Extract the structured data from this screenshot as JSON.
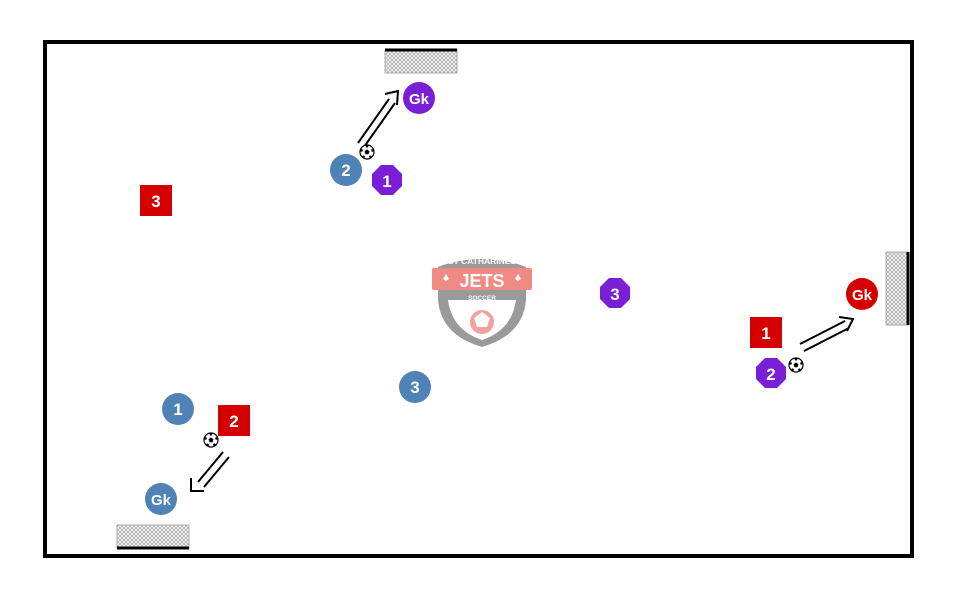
{
  "colors": {
    "blue_team": "#4f83b5",
    "purple_team": "#7a1fd6",
    "red_team": "#d40000",
    "field_border": "#000000",
    "logo_grey": "#8c8c8c",
    "logo_pink": "#f08a84"
  },
  "logo": {
    "top_text": "ST CATHARINES",
    "main_text": "JETS",
    "bottom_text": "SOCCER"
  },
  "players": {
    "purple_gk": "Gk",
    "purple_1": "1",
    "purple_2": "2",
    "purple_3": "3",
    "blue_gk": "Gk",
    "blue_1": "1",
    "blue_2": "2",
    "blue_3": "3",
    "red_gk": "Gk",
    "red_1": "1",
    "red_2": "2",
    "red_3": "3"
  },
  "icons": {
    "ball": "soccer-ball-icon",
    "pass": "double-line-arrow-icon",
    "goal": "goal-net-icon"
  }
}
